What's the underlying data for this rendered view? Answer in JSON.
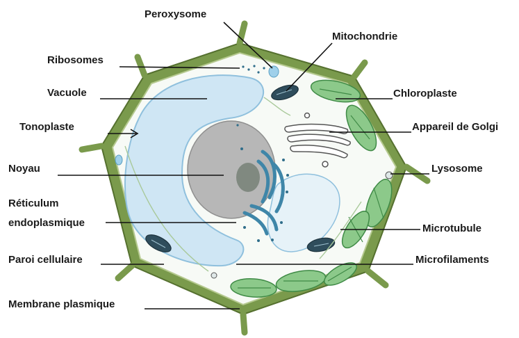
{
  "diagram": {
    "labels": {
      "peroxysome": "Peroxysome",
      "mitochondrie": "Mitochondrie",
      "ribosomes": "Ribosomes",
      "vacuole": "Vacuole",
      "chloroplaste": "Chloroplaste",
      "tonoplaste": "Tonoplaste",
      "golgi": "Appareil de Golgi",
      "noyau": "Noyau",
      "lysosome": "Lysosome",
      "reticulum_1": "Réticulum",
      "reticulum_2": "endoplasmique",
      "microtubule": "Microtubule",
      "paroi": "Paroi cellulaire",
      "microfilaments": "Microfilaments",
      "membrane": "Membrane plasmique"
    },
    "colors": {
      "cell_wall": "#7a9a4c",
      "cell_wall_dark": "#55702f",
      "cytoplasm": "#f7faf6",
      "vacuole": "#cfe6f4",
      "vacuole_edge": "#8fc0dd",
      "nucleus": "#b7b7b7",
      "nucleolus": "#6e7a6e",
      "er": "#3f86a8",
      "chloroplast": "#8cc98a",
      "chloroplast_dark": "#3f8a46",
      "mitochondria": "#2f4d5c"
    }
  }
}
